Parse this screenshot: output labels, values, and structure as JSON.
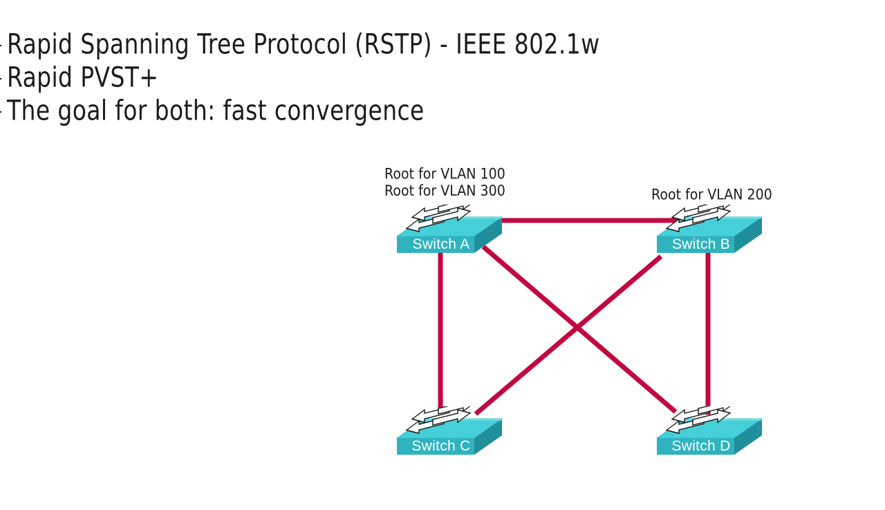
{
  "notes": {
    "bullet_glyph": "-",
    "lines": [
      {
        "text": "Rapid Spanning Tree Protocol (RSTP) - IEEE 802.1w"
      },
      {
        "text": "Rapid PVST+"
      },
      {
        "text": "The goal for both: fast convergence"
      }
    ]
  },
  "diagram": {
    "annotations": {
      "switch_a_roots": "Root for VLAN 100\nRoot for VLAN 300",
      "switch_a_roots_line1": "Root for VLAN 100",
      "switch_a_roots_line2": "Root for VLAN 300",
      "switch_b_roots": "Root for VLAN 200"
    },
    "switches": [
      {
        "id": "a",
        "label": "Switch A",
        "icon": "network-switch-icon"
      },
      {
        "id": "b",
        "label": "Switch B",
        "icon": "network-switch-icon"
      },
      {
        "id": "c",
        "label": "Switch C",
        "icon": "network-switch-icon"
      },
      {
        "id": "d",
        "label": "Switch D",
        "icon": "network-switch-icon"
      }
    ],
    "links": [
      {
        "id": "a-b",
        "from": "Switch A",
        "to": "Switch B"
      },
      {
        "id": "a-c",
        "from": "Switch A",
        "to": "Switch C"
      },
      {
        "id": "a-d",
        "from": "Switch A",
        "to": "Switch D"
      },
      {
        "id": "b-c",
        "from": "Switch B",
        "to": "Switch C"
      },
      {
        "id": "b-d",
        "from": "Switch B",
        "to": "Switch D"
      }
    ]
  },
  "colors": {
    "background": "#ffffff",
    "ink": "#1b1b1b",
    "link": "#c2083f",
    "switch_top": "#45cfd8",
    "switch_top_light": "#63dde4",
    "switch_front": "#2fb3bf",
    "switch_side": "#1f8f9c",
    "switch_label": "#ffffff",
    "arrow_fill": "#ffffff",
    "arrow_stroke": "#111111"
  }
}
